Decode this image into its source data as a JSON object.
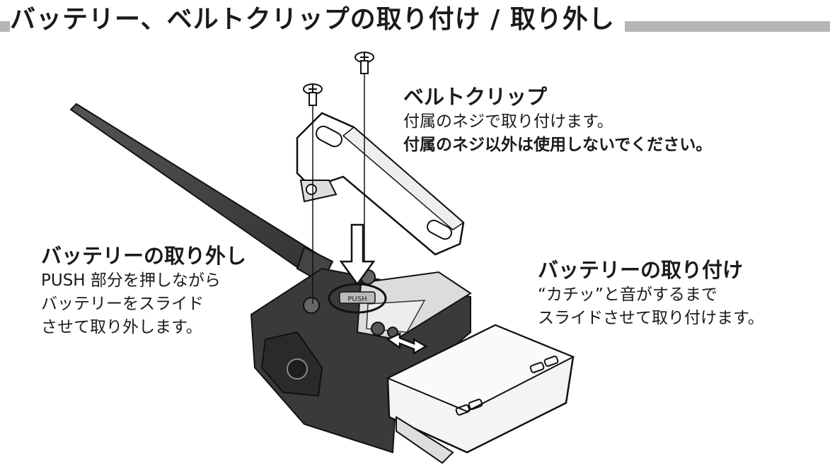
{
  "page": {
    "title": "バッテリー、ベルトクリップの取り付け / 取り外し"
  },
  "belt_clip": {
    "heading": "ベルトクリップ",
    "lines": [
      "付属のネジで取り付けます。"
    ],
    "warning": "付属のネジ以外は使用しないでください。"
  },
  "battery_removal": {
    "heading": "バッテリーの取り外し",
    "lines": [
      "PUSH 部分を押しながら",
      "バッテリーをスライド",
      "させて取り外します。"
    ]
  },
  "battery_attach": {
    "heading": "バッテリーの取り付け",
    "lines": [
      "“カチッ”と音がするまで",
      "スライドさせて取り付けます。"
    ]
  },
  "illustration": {
    "push_label": "PUSH",
    "icons": [
      "screw-icon",
      "screw-icon",
      "push-arrow-icon",
      "slide-arrow-icon"
    ]
  }
}
